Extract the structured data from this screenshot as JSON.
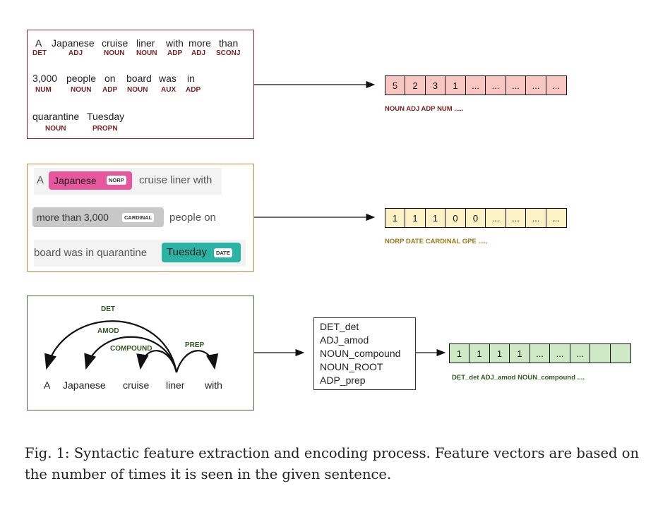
{
  "pos": {
    "rows": [
      [
        {
          "w": "A",
          "t": "DET"
        },
        {
          "w": "Japanese",
          "t": "ADJ"
        },
        {
          "w": "cruise",
          "t": "NOUN"
        },
        {
          "w": "liner",
          "t": "NOUN"
        },
        {
          "w": "with",
          "t": "ADP"
        },
        {
          "w": "more",
          "t": "ADJ"
        },
        {
          "w": "than",
          "t": "SCONJ"
        }
      ],
      [
        {
          "w": "3,000",
          "t": "NUM"
        },
        {
          "w": "people",
          "t": "NOUN"
        },
        {
          "w": "on",
          "t": "ADP"
        },
        {
          "w": "board",
          "t": "NOUN"
        },
        {
          "w": "was",
          "t": "AUX"
        },
        {
          "w": "in",
          "t": "ADP"
        }
      ],
      [
        {
          "w": "quarantine",
          "t": "NOUN"
        },
        {
          "w": "Tuesday",
          "t": "PROPN"
        }
      ]
    ],
    "vector": [
      "5",
      "2",
      "3",
      "1",
      "...",
      "...",
      "...",
      "...",
      "..."
    ],
    "vector_caption": "NOUN ADJ ADP NUM .....",
    "vector_fill": "#f9c7c2",
    "caption_color": "#7a1f1f"
  },
  "ner": {
    "a": "A",
    "japanese": "Japanese",
    "norp": "NORP",
    "cruise_liner_with": "cruise liner with",
    "more_than": "more than 3,000",
    "cardinal": "CARDINAL",
    "people_on": "people on",
    "board_was": "board was in quarantine",
    "tuesday": "Tuesday",
    "date": "DATE",
    "colors": {
      "norp": "#e8579e",
      "cardinal": "#c8c8c8",
      "date": "#2bb3a3"
    },
    "vector": [
      "1",
      "1",
      "1",
      "0",
      "0",
      "...",
      "...",
      "...",
      "..."
    ],
    "vector_caption": "NORP DATE CARDINAL GPE .....",
    "vector_fill": "#fdf2c6",
    "caption_color": "#9a7a16"
  },
  "dep": {
    "words": [
      "A",
      "Japanese",
      "cruise",
      "liner",
      "with"
    ],
    "arcs": {
      "det": "DET",
      "amod": "AMOD",
      "compound": "COMPOUND",
      "prep": "PREP"
    },
    "features": [
      "DET_det",
      "ADJ_amod",
      "NOUN_compound",
      "NOUN_ROOT",
      "ADP_prep"
    ],
    "vector": [
      "1",
      "1",
      "1",
      "1",
      "...",
      "...",
      "...",
      "",
      ""
    ],
    "vector_caption": "DET_det  ADJ_amod  NOUN_compound ....",
    "vector_fill": "#cfe8c6",
    "caption_color": "#2f5a1f"
  },
  "caption": "Fig. 1: Syntactic feature extraction and encoding process. Feature vectors are based on the number of times it is seen in the given sentence."
}
